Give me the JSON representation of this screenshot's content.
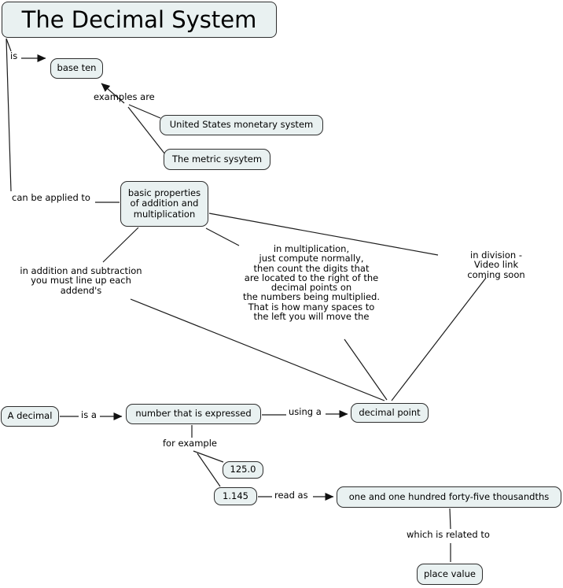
{
  "title": "The Decimal System",
  "nodes": {
    "title": "The Decimal System",
    "base_ten": "base ten",
    "us_monetary_system": "United States monetary system",
    "metric_system": "The metric sysytem",
    "basic_properties": "basic properties\nof addition and\nmultiplication",
    "a_decimal": "A decimal",
    "number_expressed": "number that is expressed",
    "decimal_point": "decimal point",
    "example_125": "125.0",
    "example_1145": "1.145",
    "read_as_value": "one and one hundred forty-five thousandths",
    "place_value": "place value"
  },
  "linking_phrases": {
    "is": "is",
    "examples_are": "examples are",
    "can_be_applied_to": "can be applied to",
    "is_a": "is a",
    "using_a": "using a",
    "for_example": "for example",
    "read_as": "read as",
    "which_is_related_to": "which is related to"
  },
  "annotations": {
    "addition_rule": "in addition and subtraction\nyou must line up each\naddend's",
    "multiplication_rule": "in multiplication,\njust compute normally,\nthen count the digits that\nare located to the right of the\ndecimal points on\nthe numbers being multiplied.\nThat is how many spaces to\nthe left you will move the",
    "division_rule": "in division -\nVideo link coming soon"
  },
  "colors": {
    "node_fill": "#e9f1f1",
    "node_border": "#2e2e2e",
    "connector": "#1c1c1c",
    "background": "#ffffff",
    "text": "#000000"
  }
}
